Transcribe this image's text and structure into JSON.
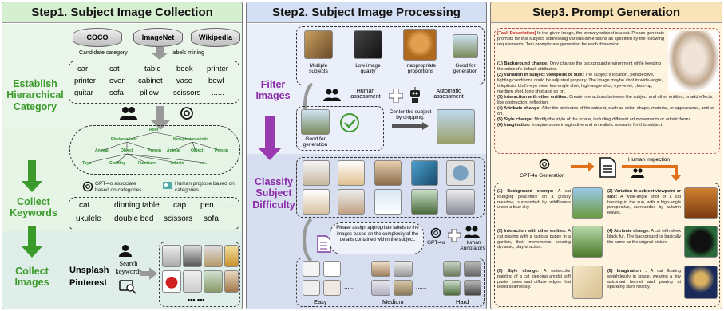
{
  "step1": {
    "title": "Step1. Subject Image Collection",
    "sources": [
      "COCO",
      "ImageNet",
      "Wikipedia"
    ],
    "candidate": "Candidate category",
    "mining": "labels mining",
    "words": [
      "car",
      "cat",
      "table",
      "book",
      "printer",
      "printer",
      "oven",
      "cabinet",
      "vase",
      "bowl",
      "guitar",
      "sofa",
      "pillow",
      "scissors",
      "......"
    ],
    "side1": "Establish Hierarchical Category",
    "side2": "Collect Keywords",
    "side3": "Collect Images",
    "tree": {
      "root": "Root",
      "l1": [
        "Photorealistic",
        "Non-photorealistic"
      ],
      "l2": [
        "Animal",
        "Object",
        "Person",
        "Animal",
        "Object",
        "Person"
      ],
      "l3": [
        "Toys",
        "Clothing",
        "Furniture",
        "Vehicle",
        "......"
      ]
    },
    "gpt_assoc": "GPT-4o associate based on categories.",
    "human_prop": "Human propose based on categories.",
    "kw": [
      "cat",
      "dinning table",
      "cap",
      "pen",
      "......",
      "ukulele",
      "double bed",
      "scissors",
      "sofa"
    ],
    "unsplash": "Unsplash",
    "pinterest": "Pinterest",
    "search": "Search keywords",
    "dots": "••• •••"
  },
  "step2": {
    "title": "Step2. Subject Image Processing",
    "cats": [
      "Multiple subjects",
      "Low image quality",
      "Inappropriate proportions",
      "Good for generation"
    ],
    "filter": "Filter Images",
    "human_assess": "Human assessment",
    "auto_assess": "Automatic assessment",
    "good": "Good for generation",
    "center": "Center the subject by cropping.",
    "classify": "Classify Subject Difficulty",
    "instruction": "Please assign appropriate labels to the images based on the complexity of the details contained within the subject.",
    "gpt": "GPT-4o",
    "annot": "Human Annotators",
    "levels": [
      "Easy",
      "Medium",
      "Hard"
    ],
    "dots": "......"
  },
  "step3": {
    "title": "Step3. Prompt Generation",
    "task_tag": "[Task Description]",
    "task": " In the given image, the primary subject is a cat. Please generate prompts for this subject, addressing various dimensions as specified by the following requirements. Two prompts are generated for each dimension.",
    "reqs": [
      {
        "h": "(1)  Background change:",
        "t": " Only change the background environment while keeping the subject's default attributes."
      },
      {
        "h": "(2)  Variation in subject viewpoint or size:",
        "t": " The subject's location, perspective, lighting conditions could be adjusted properly. The image maybe shot in wide-angle, telephoto, bird's-eye view, low-angle shot, high-angle shot, eye-level, close-up, medium shot, long shot and so on."
      },
      {
        "h": "(3)  Interaction with other entities:",
        "t": " Create interactions between the subject and other entities, or add effects like obstruction, reflection."
      },
      {
        "h": "(4)  Attribute change:",
        "t": " Alter the attributes of the subject, such as color, shape, material, or appearance, and so on."
      },
      {
        "h": "(5)  Style change:",
        "t": " Modify the style of the scene, including different art movements or artistic forms."
      },
      {
        "h": "(6)  Imagination:",
        "t": " Imagine some imaginative and unrealistic scenario for this subject."
      }
    ],
    "gpt_gen": "GPT-4o Generation",
    "human_insp": "Human inspection",
    "outs": [
      {
        "h": "(1)  Background change:",
        "t": " A cat lounging peacefully on a grassy meadow, surrounded by wildflowers under a blue sky."
      },
      {
        "h": "(2)  Variation in subject viewpoint or size:",
        "t": " A wide-angle shot of a cat basking in the sun, with a high-angle perspective, surrounded by autumn leaves."
      },
      {
        "h": "(3)  Interaction with other entities:",
        "t": " A cat playing with a curious puppy in a garden, their movements creating dynamic, playful action."
      },
      {
        "h": "(4)  Attribute change:",
        "t": " A cat with sleek black fur. The background is basically the same as the original picture"
      },
      {
        "h": "(5)  Style change:",
        "t": " A watercolor painting of a cat sleeping amidst soft pastel tones and diffuse edges that blend seamlessly."
      },
      {
        "h": "(6)  Imagination :",
        "t": " A cat floating weightlessly in space, wearing a tiny astronaut helmet and pawing at sparkling stars nearby."
      }
    ]
  },
  "colors": {
    "green": "#3a9a2a",
    "purple": "#8a2aa8",
    "orange": "#e0701a"
  }
}
